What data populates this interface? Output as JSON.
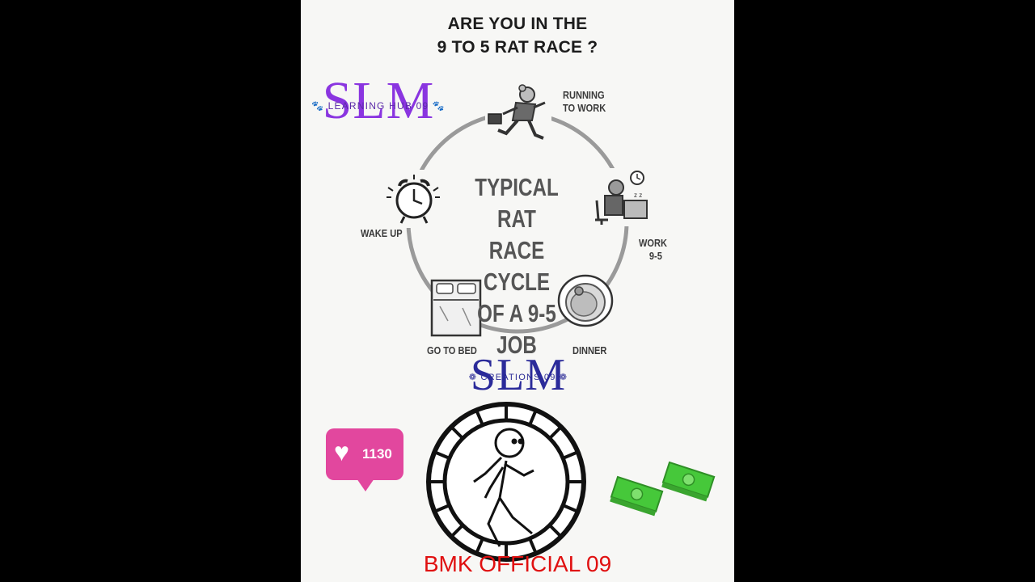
{
  "header": {
    "line1": "ARE YOU IN THE",
    "line2": "9 TO 5 RAT RACE ?"
  },
  "cycle": {
    "center_lines": [
      "TYPICAL RAT",
      "RACE CYCLE",
      "OF A 9-5 JOB"
    ],
    "steps": [
      {
        "label_lines": [
          "RUNNING",
          "TO WORK"
        ],
        "icon": "running-rat-icon"
      },
      {
        "label_lines": [
          "WORK",
          "9-5"
        ],
        "icon": "rat-at-desk-icon"
      },
      {
        "label_lines": [
          "DINNER"
        ],
        "icon": "dinner-plate-icon"
      },
      {
        "label_lines": [
          "GO TO BED"
        ],
        "icon": "bed-icon"
      },
      {
        "label_lines": [
          "WAKE UP"
        ],
        "icon": "alarm-clock-icon"
      }
    ],
    "ring_color": "#9a9a9a"
  },
  "watermarks": [
    {
      "big": "SLM",
      "small": "🐾 LEARNING HUB 09 🐾",
      "color": "#8a35e0"
    },
    {
      "big": "SLM",
      "small": "❁ CREATIONS 09 ❁",
      "color": "#2b2b9a"
    }
  ],
  "like_badge": {
    "count": "1130",
    "icon": "heart-icon",
    "color": "#e2479e"
  },
  "illustration": {
    "wheel": "hamster-wheel-icon",
    "runner": "stick-figure-runner-icon",
    "money": "cash-bills-icon"
  },
  "footer": {
    "text": "BMK OFFICIAL 09",
    "color": "#e01010"
  }
}
